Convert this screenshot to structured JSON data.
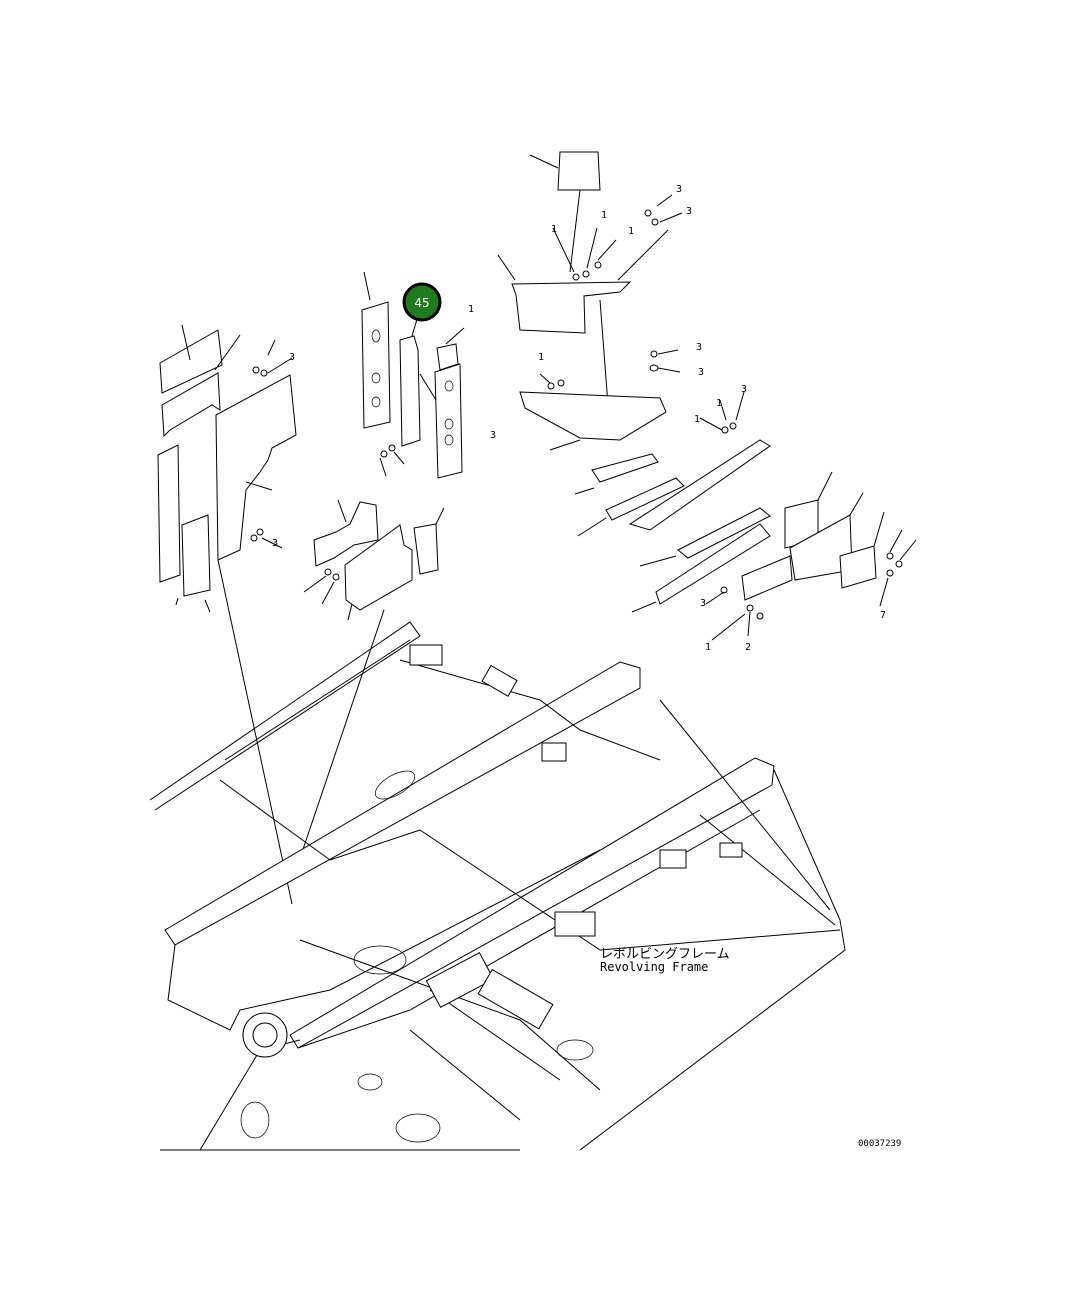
{
  "diagram": {
    "callout": {
      "number": "45",
      "color": "#1e7b1e",
      "ring_color": "#000000"
    },
    "frame_label_jp": "レボルビングフレーム",
    "frame_label_en": "Revolving Frame",
    "drawing_id": "00037239",
    "leader_numbers": [
      "3",
      "3",
      "1",
      "1",
      "1",
      "3",
      "3",
      "1",
      "3",
      "1",
      "1",
      "3",
      "3",
      "3",
      "1",
      "3",
      "7",
      "1",
      "2"
    ]
  }
}
